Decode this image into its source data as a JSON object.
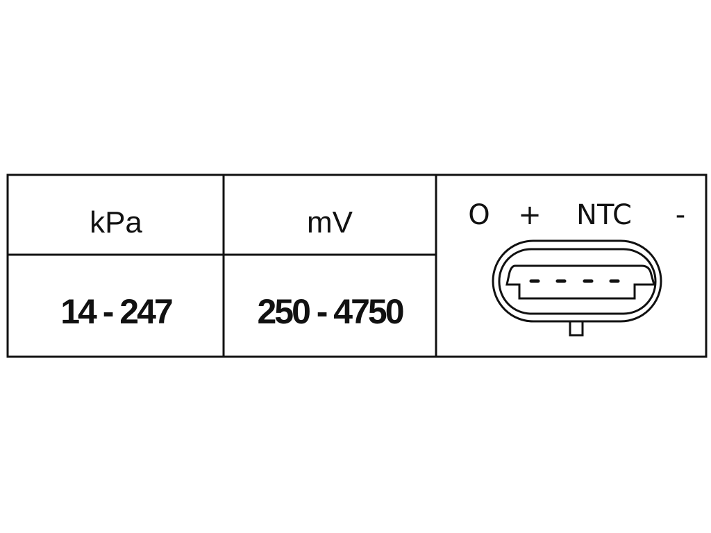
{
  "table": {
    "headers": [
      "kPa",
      "mV"
    ],
    "values": [
      "14 - 247",
      "250 - 4750"
    ]
  },
  "connector": {
    "pin_labels": [
      "O",
      "+",
      "NTC",
      "-"
    ],
    "pin_count": 4
  }
}
